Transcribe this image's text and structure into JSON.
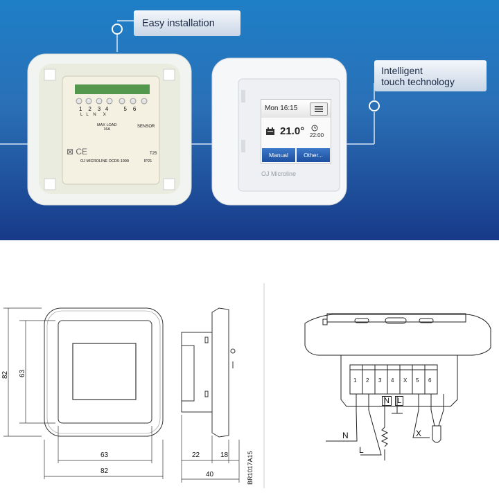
{
  "banner": {
    "callout_install": "Easy installation",
    "callout_touch_line1": "Intelligent",
    "callout_touch_line2": "touch technology"
  },
  "thermostat": {
    "screen_time": "Mon 16:15",
    "screen_temp": "21.0°",
    "screen_schedule_time": "22:00",
    "button_manual": "Manual",
    "button_other": "Other...",
    "brand": "OJ Microline"
  },
  "base_unit": {
    "terminal_numbers": [
      "1",
      "2",
      "3",
      "4",
      "5",
      "6"
    ],
    "terminal_labels": [
      "L",
      "L",
      "N",
      "X",
      "SENSOR"
    ],
    "max_load": "MAX LOAD",
    "max_load_value": "16A",
    "model_line": "OJ MICROLINE OCD5-1999",
    "rating": "IP21",
    "code": "T25"
  },
  "dimensions": {
    "front_height": "82",
    "screen_height": "63",
    "front_inner_width": "63",
    "front_outer_width": "82",
    "side_depth_a": "22",
    "side_depth_b": "18",
    "side_total": "40",
    "drawing_ref": "BR1017A15"
  },
  "wiring": {
    "terminals": [
      "1",
      "2",
      "3",
      "4",
      "X",
      "5",
      "6"
    ],
    "label_N_box": "N",
    "label_L_box": "L",
    "label_N": "N",
    "label_L": "L",
    "label_X": "X"
  }
}
